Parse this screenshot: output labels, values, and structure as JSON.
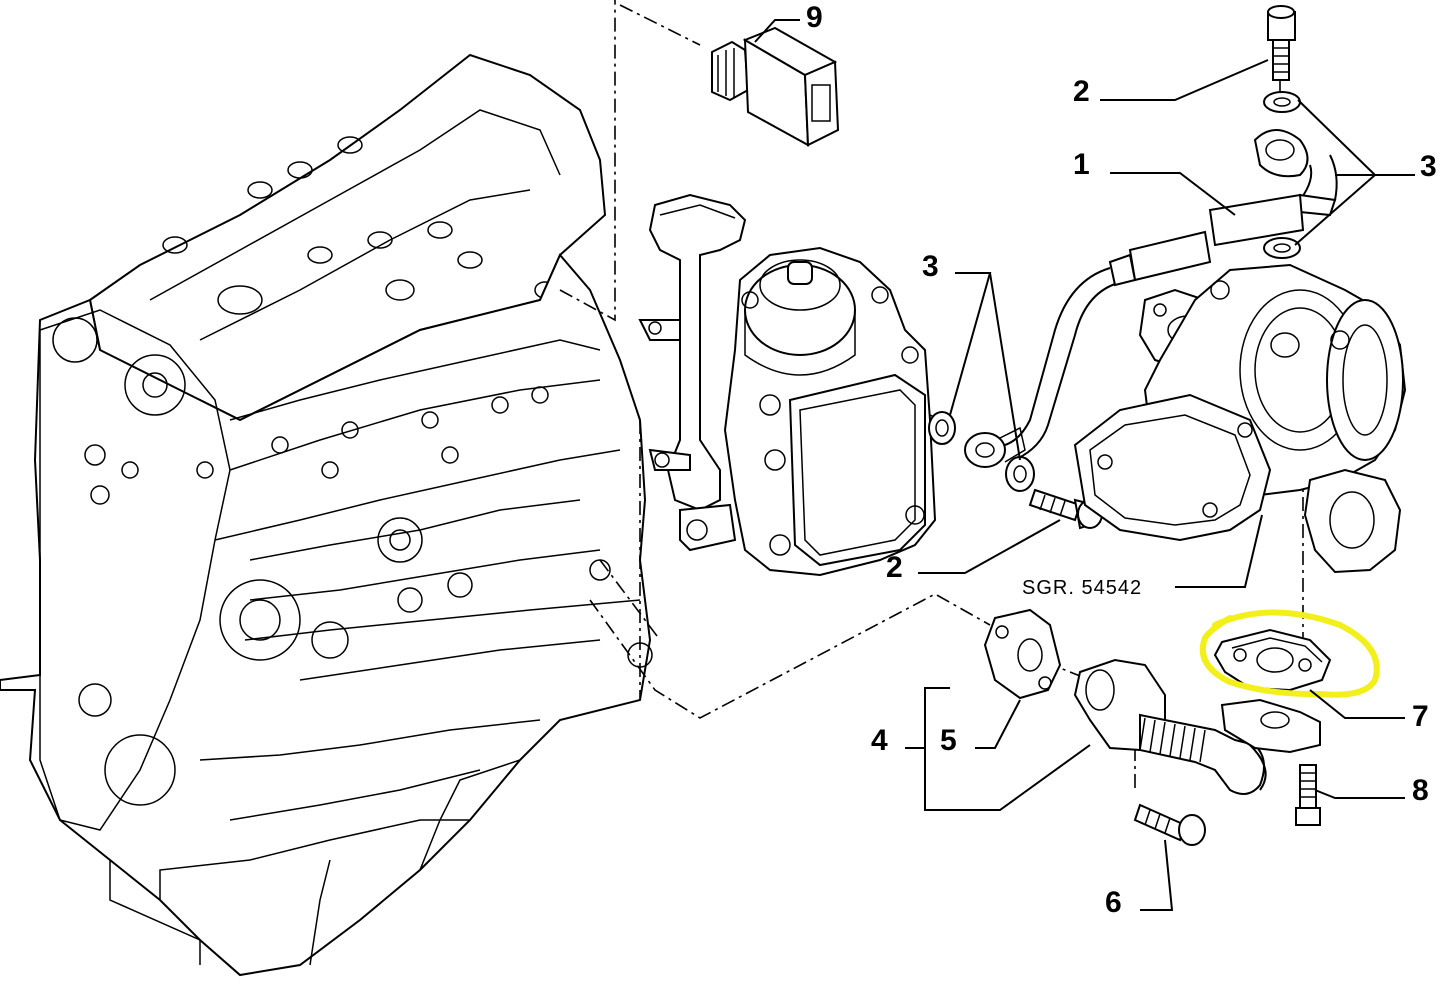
{
  "callouts": [
    {
      "id": "p9",
      "text": "9"
    },
    {
      "id": "p2a",
      "text": "2"
    },
    {
      "id": "p1",
      "text": "1"
    },
    {
      "id": "p3a",
      "text": "3"
    },
    {
      "id": "p3b",
      "text": "3"
    },
    {
      "id": "p2b",
      "text": "2"
    },
    {
      "id": "p4",
      "text": "4"
    },
    {
      "id": "p5",
      "text": "5"
    },
    {
      "id": "p6",
      "text": "6"
    },
    {
      "id": "p7",
      "text": "7"
    },
    {
      "id": "p8",
      "text": "8"
    }
  ],
  "reference": "SGR. 54542",
  "highlight": {
    "color": "#f2ef1a",
    "target_part": "7"
  }
}
